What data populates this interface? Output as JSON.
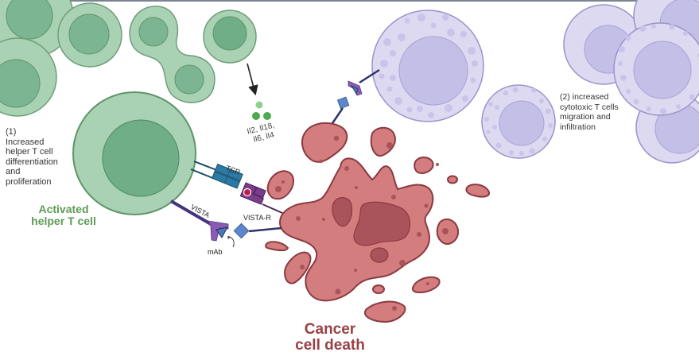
{
  "labels": {
    "helper_note": [
      "(1)",
      "Increased",
      "helper T cell",
      "differentiation",
      "and",
      "proliferation"
    ],
    "activated_cell": [
      "Activated",
      "helper T cell"
    ],
    "cytotoxic_note": [
      "(2) increased",
      "cytotoxic T cells",
      "migration and",
      "infiltration"
    ],
    "cytokines": [
      "Il2, Il18,",
      "Il6, Il4"
    ],
    "tcr": "TCR",
    "vista": "VISTA",
    "vista_r": "VISTA-R",
    "mab": "mAb",
    "cancer_death": [
      "Cancer",
      "cell death"
    ]
  },
  "colors": {
    "helper_outer": "#a9d1b4",
    "helper_inner": "#6fae86",
    "helper_stroke": "#5e9566",
    "cytotoxic_outer": "#dcd9f0",
    "cytotoxic_inner": "#c3bfe6",
    "cytotoxic_stroke": "#9a93cc",
    "cancer_fill": "#d47d7f",
    "cancer_dark": "#a9545a",
    "cancer_stroke": "#8a3a40",
    "tcr_blue": "#2b7aa6",
    "mhc_purple": "#7a3d8c",
    "vista_purple": "#8a5ab5",
    "antigen_blue": "#5f86c9",
    "antigen_red": "#c4174c",
    "accent_text_green": "#5d9a55",
    "accent_text_red": "#9a4045"
  }
}
